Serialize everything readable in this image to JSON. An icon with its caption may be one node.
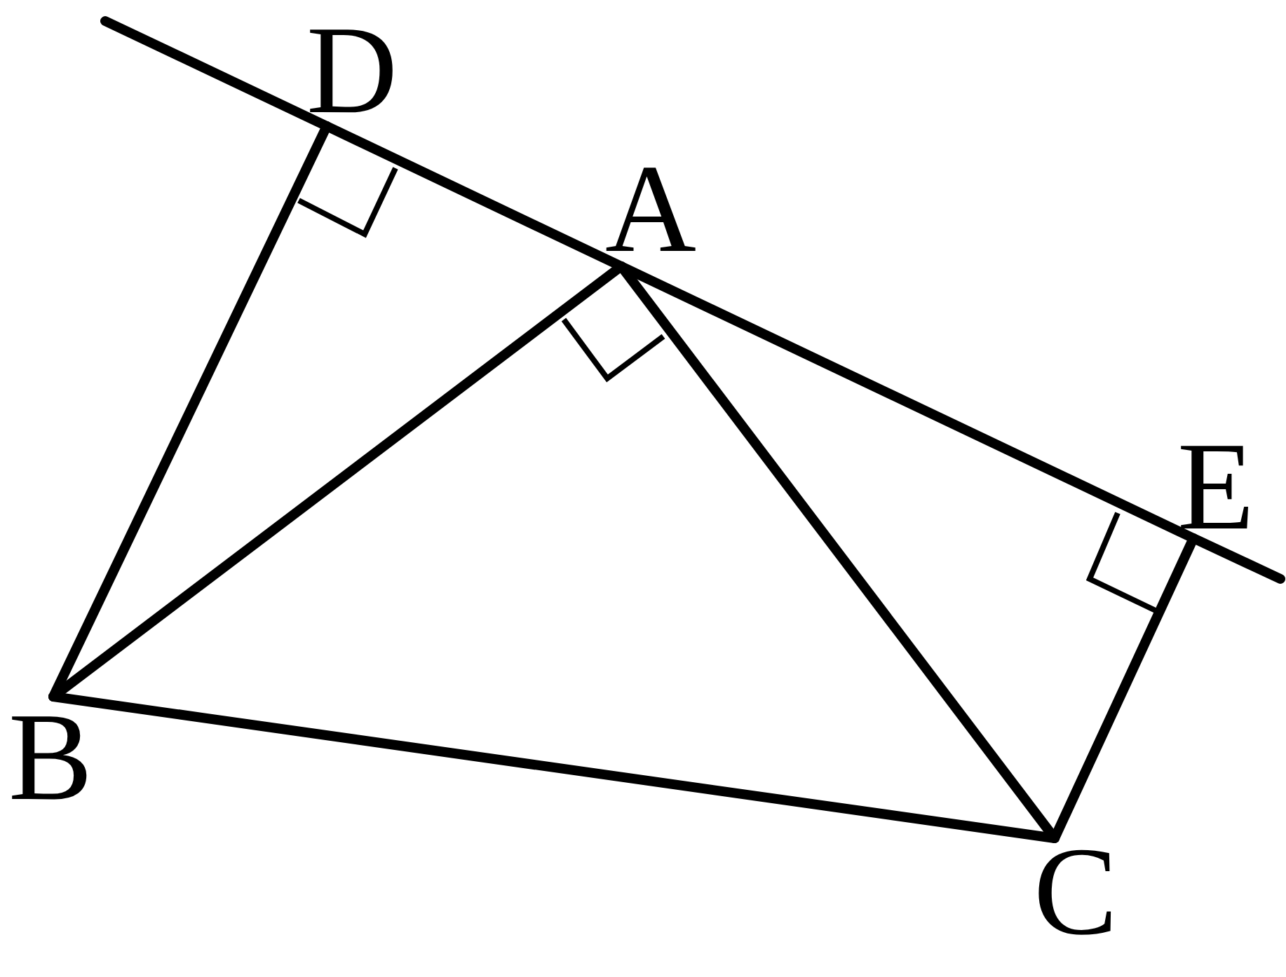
{
  "diagram": {
    "nodes": [
      {
        "text": [
          "D"
        ]
      },
      {
        "text": [
          "A"
        ]
      },
      {
        "text": [
          "E"
        ]
      },
      {
        "text": [
          "B"
        ]
      },
      {
        "text": [
          "C"
        ]
      }
    ],
    "edges": [
      {
        "from": null,
        "to": 0,
        "arrow": "none"
      },
      {
        "from": 0,
        "to": 1,
        "arrow": "none"
      },
      {
        "from": 1,
        "to": 2,
        "arrow": "none"
      },
      {
        "from": 2,
        "to": null,
        "arrow": "none"
      },
      {
        "from": 3,
        "to": 0,
        "arrow": "none"
      },
      {
        "from": 3,
        "to": 1,
        "arrow": "none"
      },
      {
        "from": 1,
        "to": 4,
        "arrow": "none"
      },
      {
        "from": 3,
        "to": 4,
        "arrow": "none"
      },
      {
        "from": 4,
        "to": 2,
        "arrow": "none"
      }
    ]
  }
}
